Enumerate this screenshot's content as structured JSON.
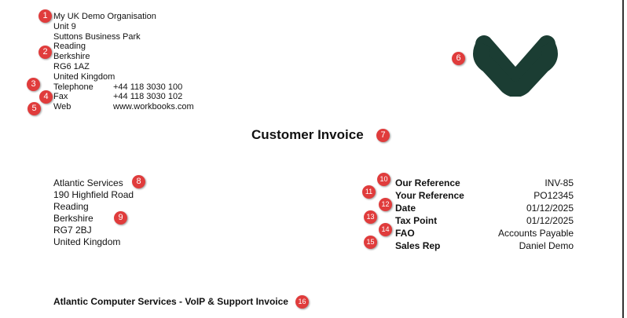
{
  "organisation": {
    "address_lines": [
      "My UK Demo Organisation",
      "Unit 9",
      "Suttons Business Park",
      "Reading",
      "Berkshire",
      "RG6 1AZ",
      "United Kingdom"
    ],
    "contacts": [
      {
        "label": "Telephone",
        "value": "+44 118 3030 100"
      },
      {
        "label": "Fax",
        "value": "+44 118 3030 102"
      },
      {
        "label": "Web",
        "value": "www.workbooks.com"
      }
    ]
  },
  "title": "Customer Invoice",
  "customer": {
    "address_lines": [
      "Atlantic Services",
      "190 Highfield Road",
      "Reading",
      "Berkshire",
      "RG7 2BJ",
      "United Kingdom"
    ]
  },
  "details": [
    {
      "label": "Our Reference",
      "value": "INV-85"
    },
    {
      "label": "Your Reference",
      "value": "PO12345"
    },
    {
      "label": "Date",
      "value": "01/12/2025"
    },
    {
      "label": "Tax Point",
      "value": "01/12/2025"
    },
    {
      "label": "FAO",
      "value": "Accounts Payable"
    },
    {
      "label": "Sales Rep",
      "value": "Daniel Demo"
    }
  ],
  "invoice_subject": "Atlantic Computer Services - VoIP & Support Invoice",
  "badges": [
    "1",
    "2",
    "3",
    "4",
    "5",
    "6",
    "7",
    "8",
    "9",
    "10",
    "11",
    "12",
    "13",
    "14",
    "15",
    "16"
  ],
  "colors": {
    "logo": "#1b3d33",
    "badge": "#e03c3c"
  }
}
